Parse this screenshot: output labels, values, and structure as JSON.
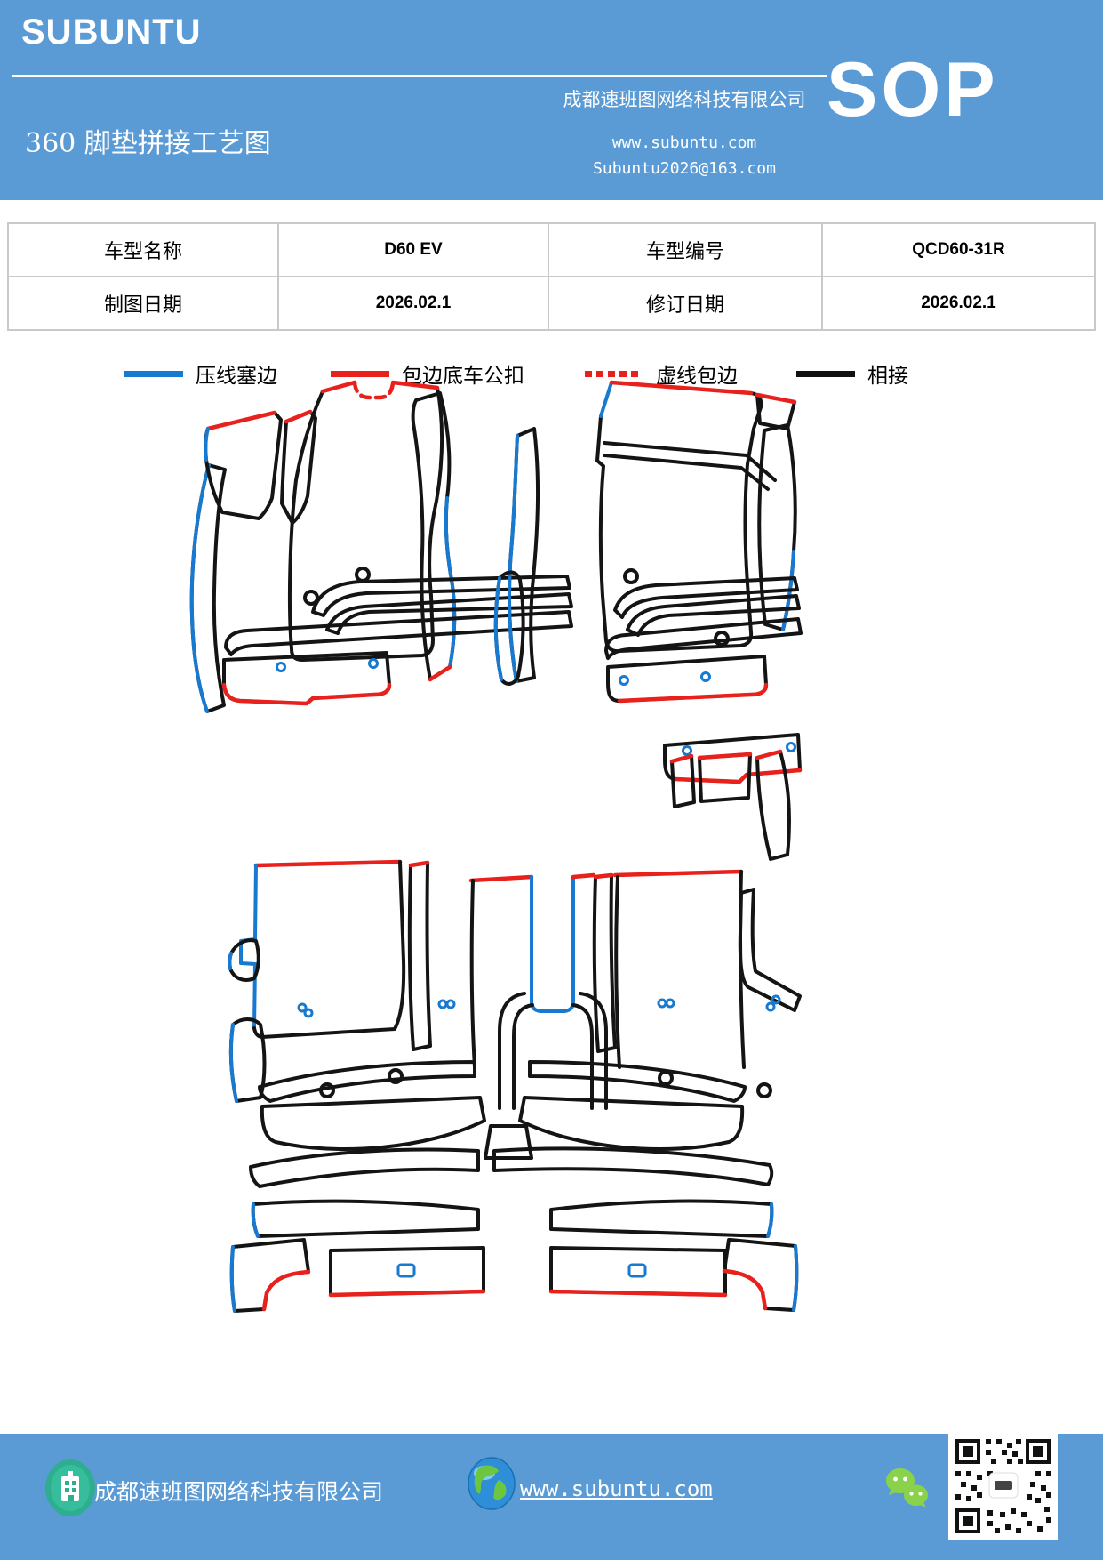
{
  "header": {
    "brand": "SUBUNTU",
    "title": "360 脚垫拼接工艺图",
    "company": "成都速班图网络科技有限公司",
    "website": "www.subuntu.com",
    "email": "Subuntu2026@163.com",
    "badge": "SOP"
  },
  "info_table": {
    "rows": [
      [
        "车型名称",
        "D60 EV",
        "车型编号",
        "QCD60-31R"
      ],
      [
        "制图日期",
        "2026.02.1",
        "修订日期",
        "2026.02.1"
      ]
    ]
  },
  "legend": {
    "items": [
      {
        "label": "压线塞边",
        "color": "#1779d0",
        "style": "solid"
      },
      {
        "label": "包边底车公扣",
        "color": "#e8211d",
        "style": "solid"
      },
      {
        "label": "虚线包边",
        "color": "#e8211d",
        "style": "dashed"
      },
      {
        "label": "相接",
        "color": "#141414",
        "style": "solid"
      }
    ]
  },
  "diagram": {
    "description": "360 全包围脚垫裁片拼接工艺图（上：前排左右脚垫裁片；下：后排整体脚垫裁片）",
    "line_meanings": {
      "blue": "压线塞边",
      "red": "包边底车公扣",
      "red_dashed": "虚线包边",
      "black": "相接"
    },
    "colors": {
      "blue": "#1779d0",
      "red": "#e8211d",
      "black": "#141414"
    }
  },
  "footer": {
    "company": "成都速班图网络科技有限公司",
    "website": "www.subuntu.com",
    "icons": [
      "building-icon",
      "globe-icon",
      "wechat-icon",
      "qr-code"
    ]
  }
}
